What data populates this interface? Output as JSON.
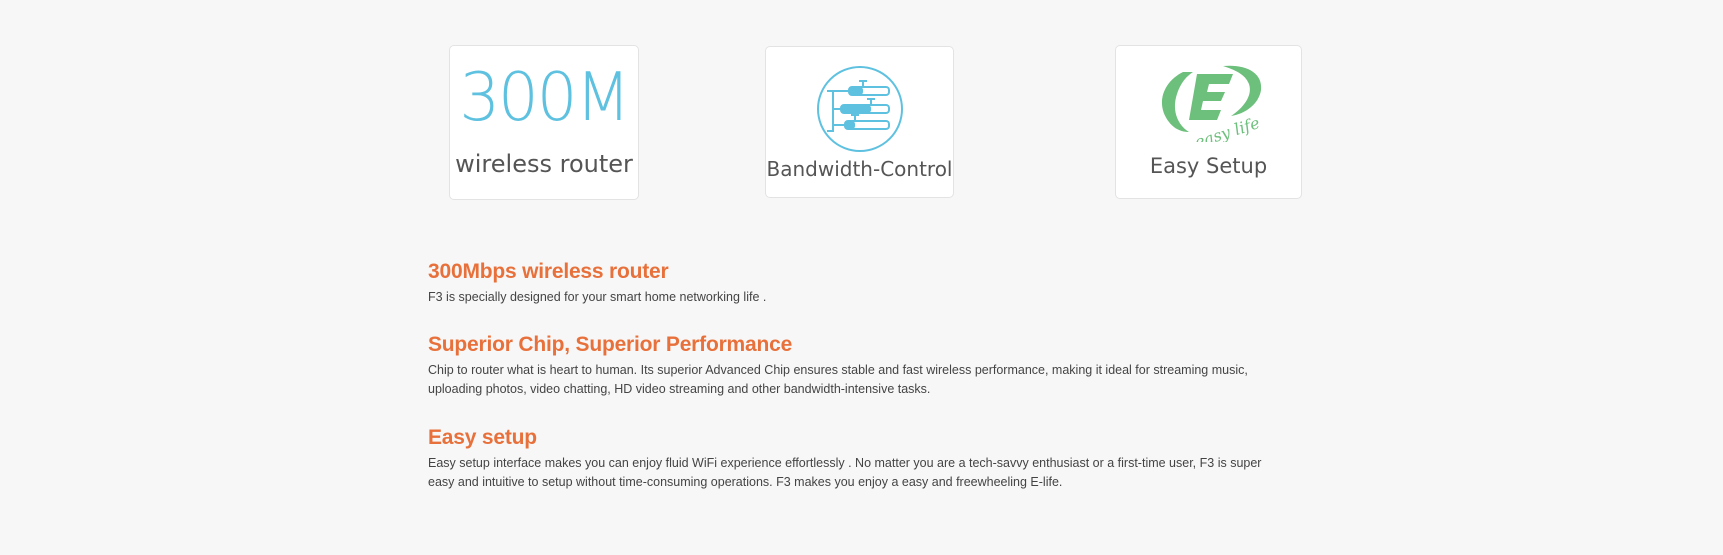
{
  "features": [
    {
      "headline": "300M",
      "caption": "wireless router",
      "icon": "300m-text-icon"
    },
    {
      "caption": "Bandwidth-Control",
      "icon": "bandwidth-control-icon"
    },
    {
      "caption": "Easy Setup",
      "icon": "easy-life-logo-icon",
      "logo_text": "easy life"
    }
  ],
  "sections": [
    {
      "title": "300Mbps wireless router",
      "body": "F3 is specially designed for your smart home networking life ."
    },
    {
      "title": "Superior Chip, Superior Performance",
      "body": "Chip to router what is heart to human. Its superior Advanced Chip ensures stable and fast wireless performance, making it ideal for streaming music, uploading photos, video chatting, HD video streaming and other bandwidth-intensive tasks."
    },
    {
      "title": "Easy setup",
      "body": "Easy setup interface makes you can enjoy fluid WiFi experience effortlessly . No matter you are a tech-savvy enthusiast or a first-time user, F3 is super easy and intuitive to setup without time-consuming operations. F3 makes you enjoy a easy and freewheeling E-life."
    }
  ],
  "colors": {
    "accent": "#e8713b",
    "icon_blue": "#5ec1e0",
    "icon_green": "#6dbf7c",
    "background": "#f7f7f7"
  }
}
